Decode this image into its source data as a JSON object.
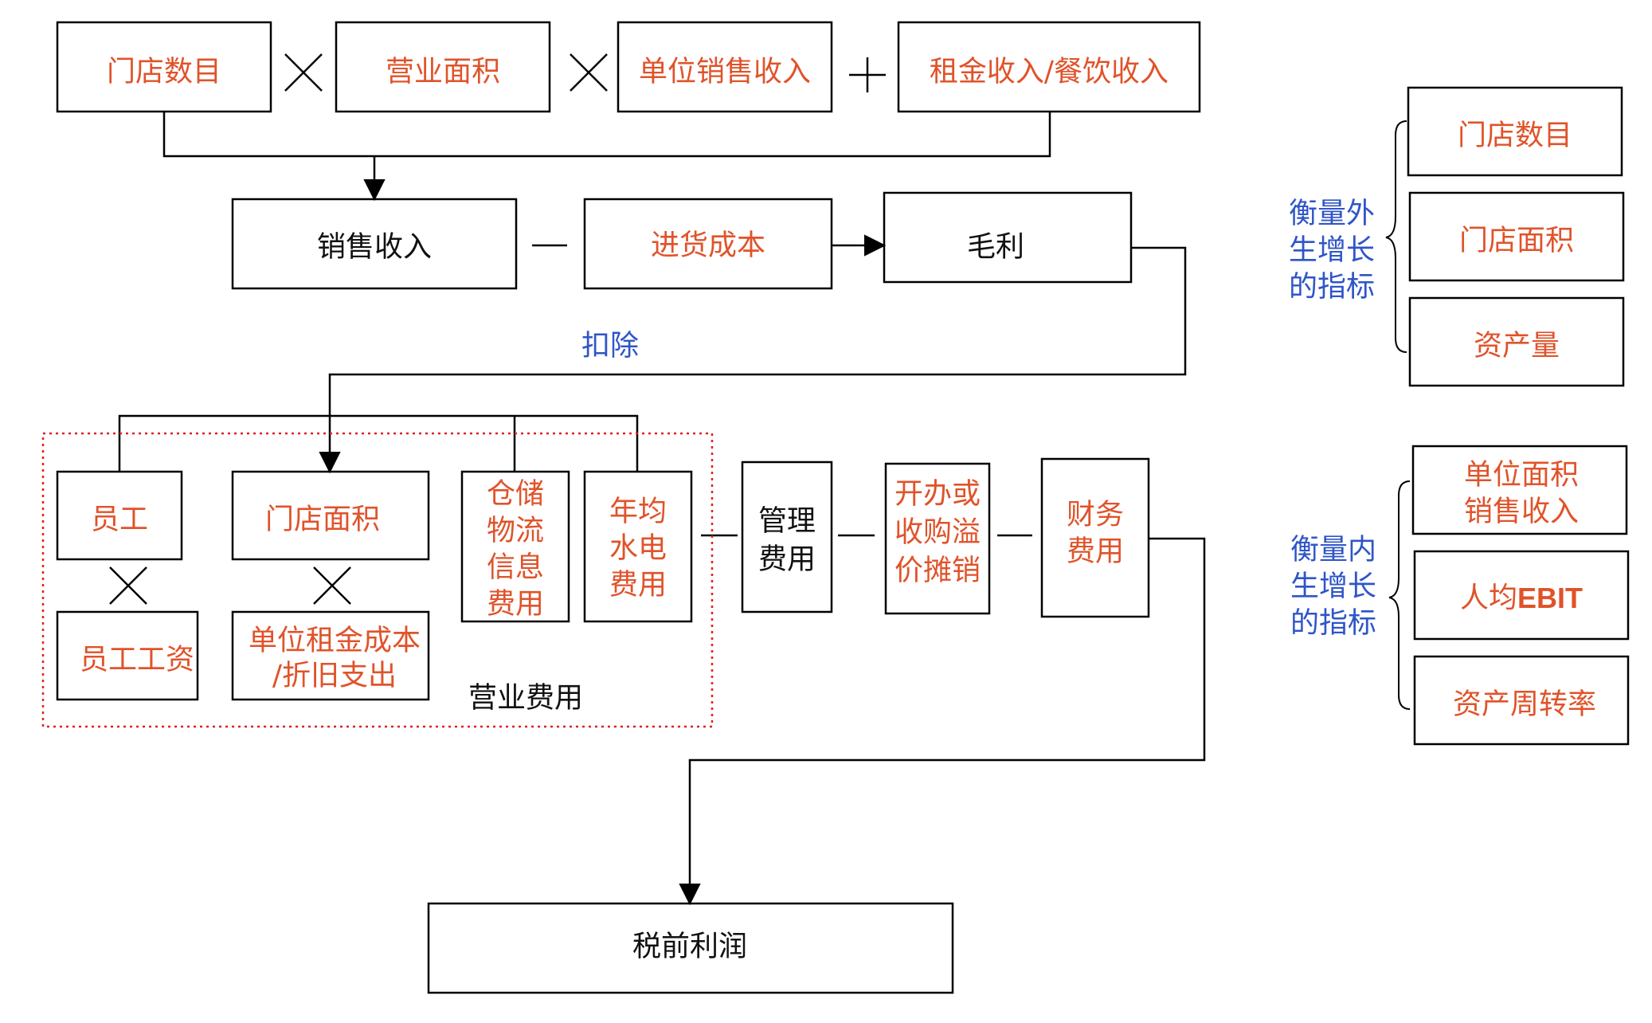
{
  "colors": {
    "orange": "#e0532a",
    "black": "#111111",
    "blue": "#2f55c8",
    "dotted_border": "#e02020"
  },
  "formula": {
    "store_count": "门店数目",
    "business_area": "营业面积",
    "unit_sales": "单位销售收入",
    "rent_catering": "租金收入/餐饮收入",
    "op_times_1": "×",
    "op_times_2": "×",
    "op_plus": "+"
  },
  "flow": {
    "sales_revenue": "销售收入",
    "op_minus": "—",
    "purchase_cost": "进货成本",
    "gross_profit": "毛利",
    "deduct_label": "扣除"
  },
  "operating_expenses": {
    "group_label": "营业费用",
    "employees": "员工",
    "employee_wages": "员工工资",
    "store_area": "门店面积",
    "rent_cost_line1": "单位租金成本",
    "rent_cost_line2": "/折旧支出",
    "warehouse_lines": [
      "仓储",
      "物流",
      "信息",
      "费用"
    ],
    "utilities_lines": [
      "年均",
      "水电",
      "费用"
    ],
    "op_times_a": "×",
    "op_times_b": "×"
  },
  "other_expenses": {
    "admin_lines": [
      "管理",
      "费用"
    ],
    "opening_lines": [
      "开办或",
      "收购溢",
      "价摊销"
    ],
    "finance_lines": [
      "财务",
      "费用"
    ]
  },
  "result": {
    "pretax_profit": "税前利润"
  },
  "external_growth": {
    "label_lines": [
      "衡量外",
      "生增长",
      "的指标"
    ],
    "items": [
      "门店数目",
      "门店面积",
      "资产量"
    ]
  },
  "internal_growth": {
    "label_lines": [
      "衡量内",
      "生增长",
      "的指标"
    ],
    "unit_sales_lines": [
      "单位面积",
      "销售收入"
    ],
    "ebit_prefix": "人均",
    "ebit_suffix": "EBIT",
    "asset_turnover": "资产周转率"
  }
}
